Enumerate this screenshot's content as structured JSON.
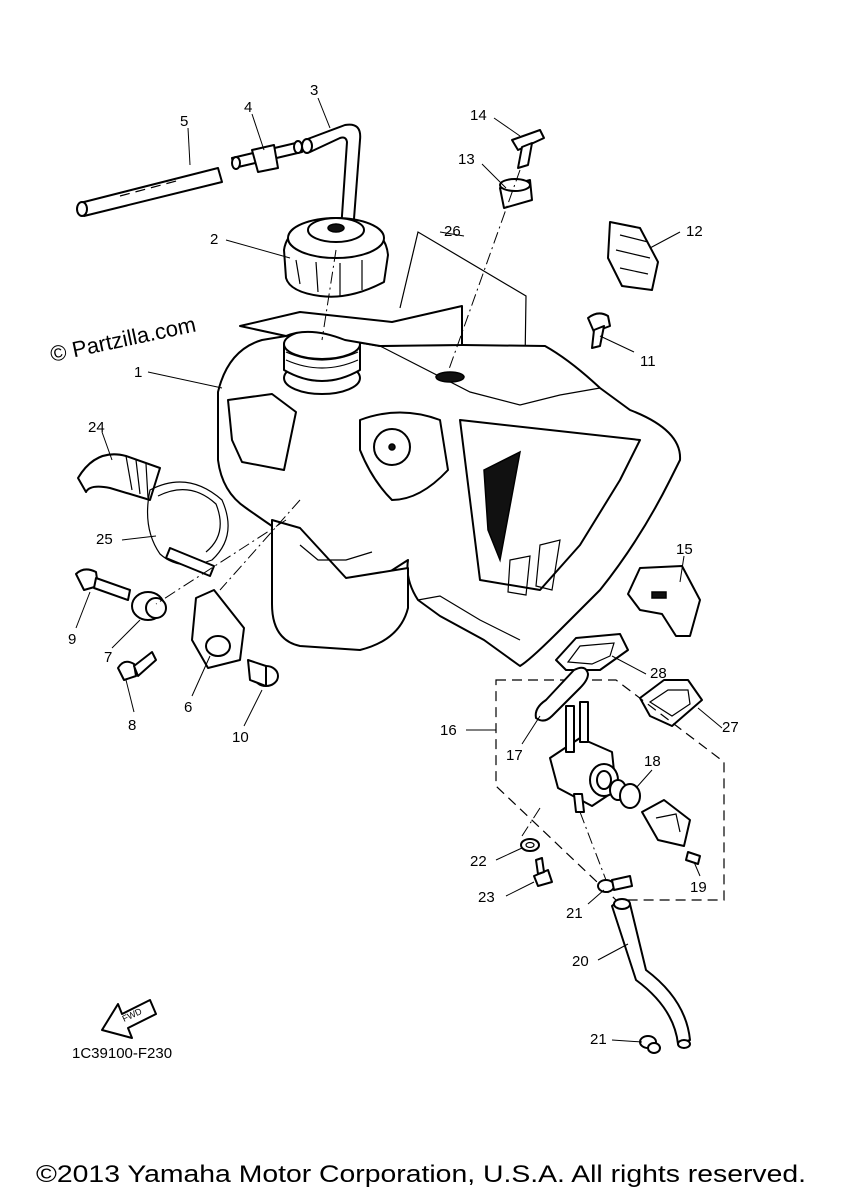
{
  "watermark": "© Partzilla.com",
  "figure_number": "1C39100-F230",
  "fwd_label": "FWD",
  "copyright": "©2013 Yamaha Motor Corporation, U.S.A. All rights reserved.",
  "callouts": [
    {
      "id": "1",
      "label": "1"
    },
    {
      "id": "2",
      "label": "2"
    },
    {
      "id": "3",
      "label": "3"
    },
    {
      "id": "4",
      "label": "4"
    },
    {
      "id": "5",
      "label": "5"
    },
    {
      "id": "6",
      "label": "6"
    },
    {
      "id": "7",
      "label": "7"
    },
    {
      "id": "8",
      "label": "8"
    },
    {
      "id": "9",
      "label": "9"
    },
    {
      "id": "10",
      "label": "10"
    },
    {
      "id": "11",
      "label": "11"
    },
    {
      "id": "12",
      "label": "12"
    },
    {
      "id": "13",
      "label": "13"
    },
    {
      "id": "14",
      "label": "14"
    },
    {
      "id": "15",
      "label": "15"
    },
    {
      "id": "16",
      "label": "16"
    },
    {
      "id": "17",
      "label": "17"
    },
    {
      "id": "18",
      "label": "18"
    },
    {
      "id": "19",
      "label": "19"
    },
    {
      "id": "20",
      "label": "20"
    },
    {
      "id": "21a",
      "label": "21"
    },
    {
      "id": "21b",
      "label": "21"
    },
    {
      "id": "22",
      "label": "22"
    },
    {
      "id": "23",
      "label": "23"
    },
    {
      "id": "24",
      "label": "24"
    },
    {
      "id": "25",
      "label": "25"
    },
    {
      "id": "26",
      "label": "26"
    },
    {
      "id": "27",
      "label": "27"
    },
    {
      "id": "28",
      "label": "28"
    }
  ]
}
